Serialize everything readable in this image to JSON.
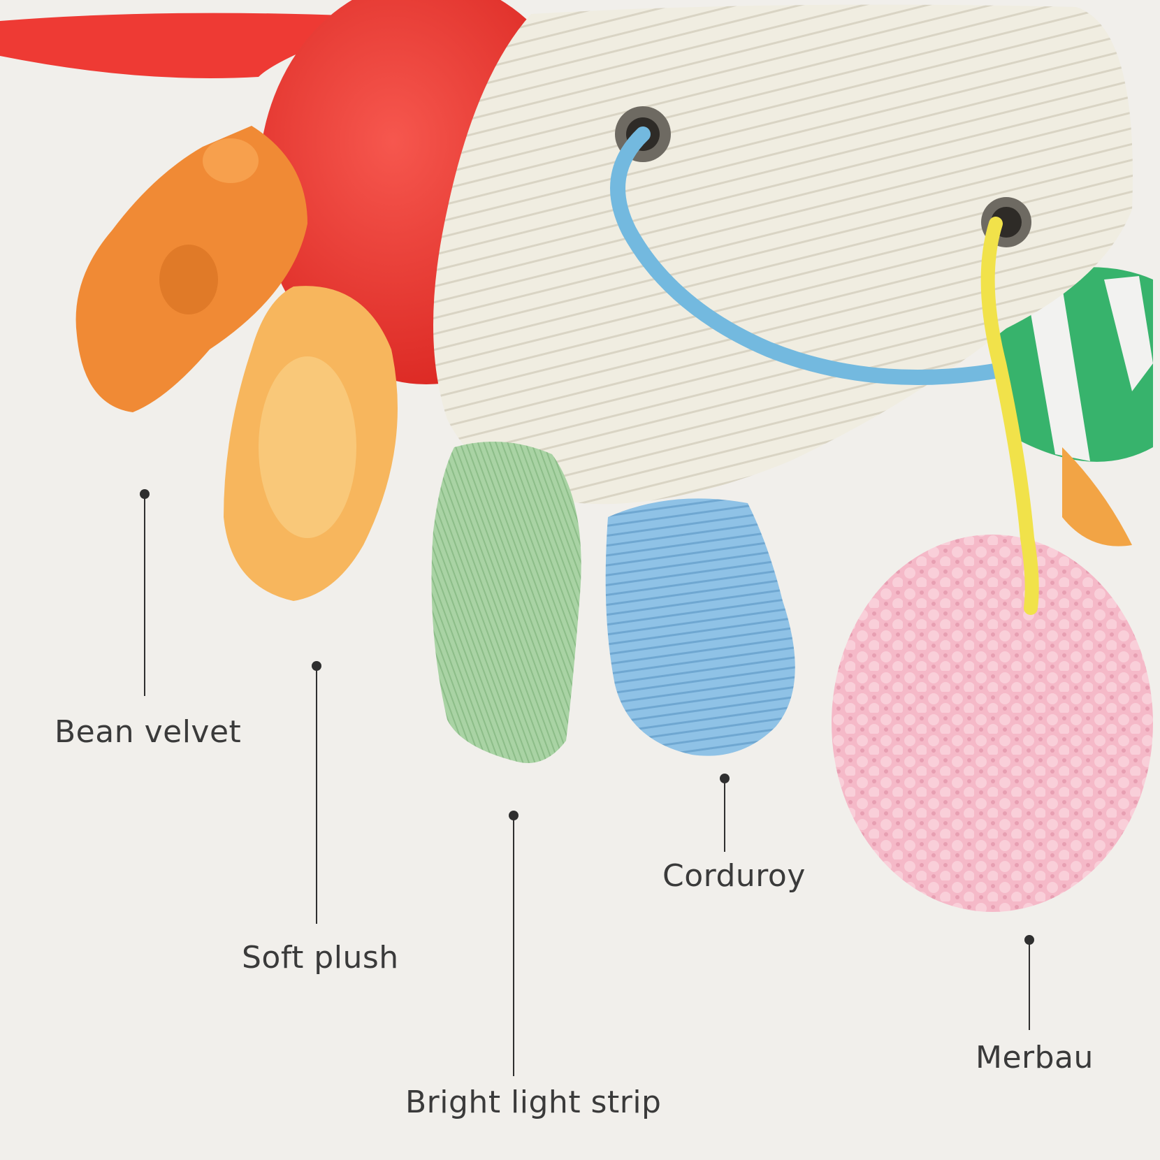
{
  "labels": {
    "bean_velvet": "Bean velvet",
    "soft_plush": "Soft plush",
    "bright_light_strip": "Bright light strip",
    "corduroy": "Corduroy",
    "merbau": "Merbau"
  },
  "colors": {
    "background": "#f1efeb",
    "red_body": "#ee3a34",
    "orange_leg": "#f08a35",
    "peach_leg": "#f7b65d",
    "corduroy_cream": "#f0ede1",
    "green_ribbon": "#a9d3a4",
    "blue_leg": "#8fc2e6",
    "pink_ball": "#f5b9c8",
    "blue_cord": "#73b9df",
    "yellow_cord": "#f1e24a",
    "leader_line": "#2f2f2f"
  }
}
